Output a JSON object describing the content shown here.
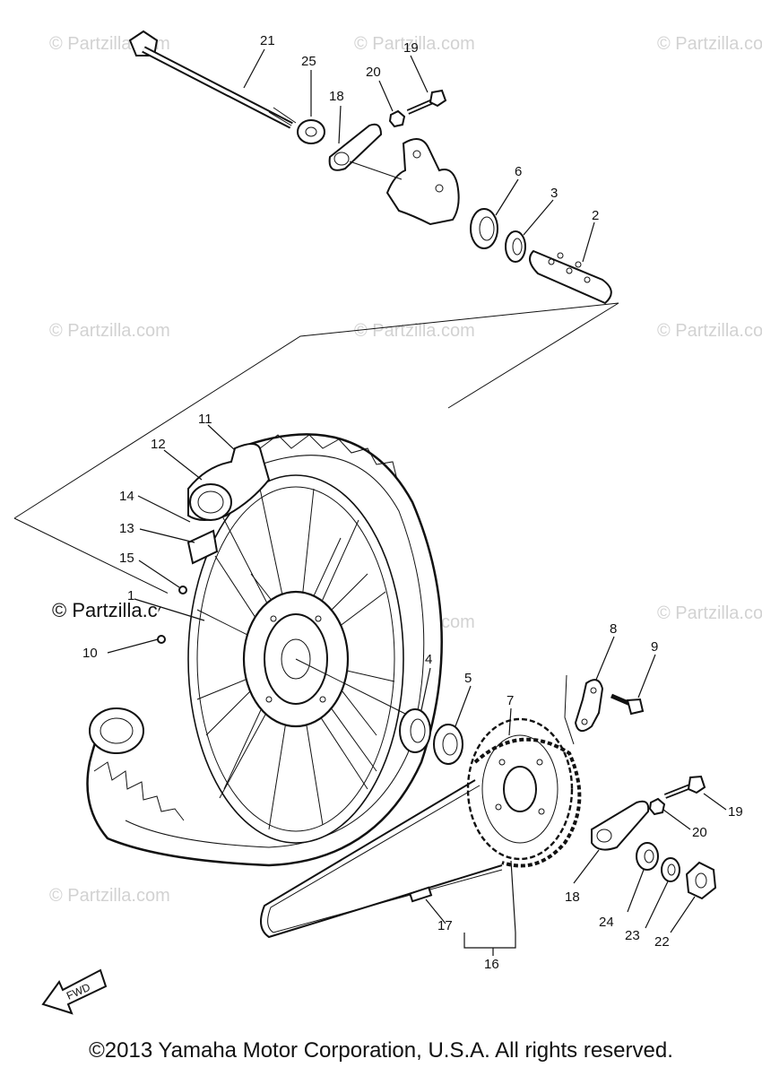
{
  "diagram": {
    "callouts": [
      "21",
      "25",
      "20",
      "19",
      "18",
      "6",
      "3",
      "2",
      "11",
      "12",
      "14",
      "13",
      "15",
      "1",
      "10",
      "4",
      "5",
      "7",
      "8",
      "9",
      "19",
      "20",
      "18",
      "24",
      "23",
      "22",
      "17",
      "16"
    ],
    "watermarks": [
      "© Partzilla.com",
      "© Partzilla.com",
      "© Partzilla.com",
      "© Partzilla.com",
      "© Partzilla.com",
      "© Partzilla.com",
      "© Partzilla.com",
      "© Partzilla.com",
      "© Partzilla.com"
    ],
    "watermark_dark": "© Partzilla.com",
    "fwd_label": "FWD"
  },
  "footer": {
    "copyright": "©2013  Yamaha Motor Corporation, U.S.A. All rights reserved."
  }
}
